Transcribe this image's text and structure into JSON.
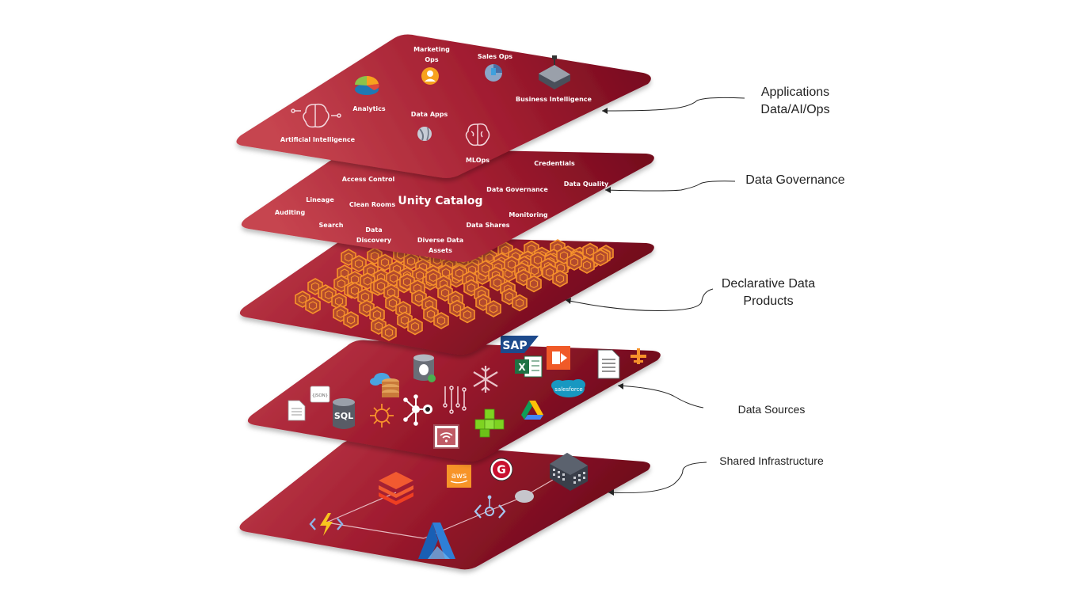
{
  "layers": {
    "applications": {
      "items": {
        "marketing_ops_1": "Marketing",
        "marketing_ops_2": "Ops",
        "sales_ops": "Sales Ops",
        "analytics": "Analytics",
        "data_apps": "Data Apps",
        "business_intelligence": "Business Intelligence",
        "artificial_intelligence": "Artificial Intelligence",
        "mlops": "MLOps"
      }
    },
    "governance": {
      "title": "Unity Catalog",
      "items": {
        "access_control": "Access Control",
        "credentials": "Credentials",
        "lineage": "Lineage",
        "clean_rooms": "Clean Rooms",
        "data_governance": "Data Governance",
        "data_quality": "Data Quality",
        "auditing": "Auditing",
        "monitoring": "Monitoring",
        "search": "Search",
        "data_discovery_1": "Data",
        "data_discovery_2": "Discovery",
        "data_shares": "Data Shares",
        "diverse_assets_1": "Diverse Data",
        "diverse_assets_2": "Assets"
      }
    },
    "sources": {
      "sap": "SAP",
      "sql": "SQL",
      "salesforce": "salesforce",
      "json": "{JSON}"
    },
    "infrastructure": {
      "aws": "aws",
      "google": "G"
    }
  },
  "callouts": {
    "applications_1": "Applications",
    "applications_2": "Data/AI/Ops",
    "governance": "Data Governance",
    "products_1": "Declarative Data",
    "products_2": "Products",
    "sources": "Data Sources",
    "infrastructure": "Shared Infrastructure"
  },
  "colors": {
    "layer_dark": "#6e0b1c",
    "layer_mid": "#9a1a2c",
    "layer_light": "#bf3a48",
    "hex_orange": "#f7922b",
    "icon_light": "#f3d6dc"
  }
}
